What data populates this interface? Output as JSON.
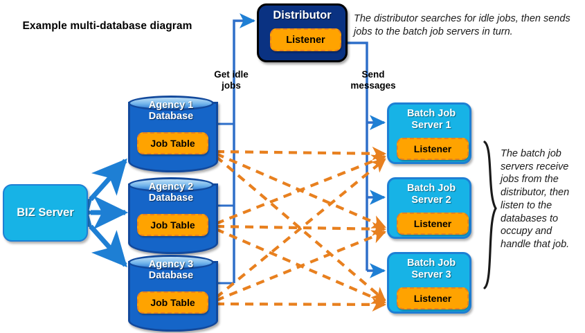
{
  "title": "Example multi-database diagram",
  "colors": {
    "navy": "#0A3282",
    "cyan": "#17B3E6",
    "db_blue": "#1565C8",
    "db_border": "#12499C",
    "orange_fill": "#FFA300",
    "orange_line": "#E8801F",
    "arrow_blue": "#1E7FD4",
    "black": "#000000",
    "white": "#FFFFFF"
  },
  "distributor": {
    "label": "Distributor",
    "listener_label": "Listener"
  },
  "biz_server": {
    "label": "BIZ Server"
  },
  "databases": [
    {
      "line1": "Agency 1",
      "line2": "Database",
      "table_label": "Job Table"
    },
    {
      "line1": "Agency 2",
      "line2": "Database",
      "table_label": "Job Table"
    },
    {
      "line1": "Agency 3",
      "line2": "Database",
      "table_label": "Job Table"
    }
  ],
  "batch_servers": [
    {
      "line1": "Batch Job",
      "line2": "Server 1",
      "listener_label": "Listener"
    },
    {
      "line1": "Batch Job",
      "line2": "Server 2",
      "listener_label": "Listener"
    },
    {
      "line1": "Batch Job",
      "line2": "Server 3",
      "listener_label": "Listener"
    }
  ],
  "wire_labels": {
    "get_idle_jobs": "Get idle jobs",
    "send_messages": "Send messages"
  },
  "notes": {
    "top": "The distributor searches for idle jobs, then sends jobs to the batch job servers in turn.",
    "right": "The batch job servers receive jobs from the distributor, then listen to the databases to occupy and handle that job."
  }
}
